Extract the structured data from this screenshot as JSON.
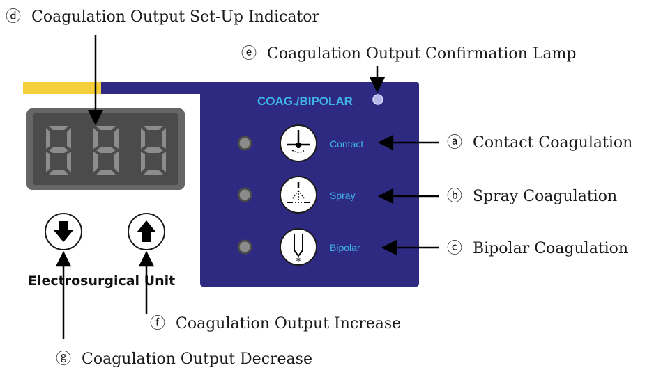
{
  "panel": {
    "header": "COAG./BIPOLAR",
    "unit_label": "Electrosurgical Unit",
    "modes": [
      {
        "label": "Contact",
        "icon": "contact-coagulation-icon"
      },
      {
        "label": "Spray",
        "icon": "spray-coagulation-icon"
      },
      {
        "label": "Bipolar",
        "icon": "bipolar-coagulation-icon"
      }
    ],
    "decrease_icon": "arrow-down-icon",
    "increase_icon": "arrow-up-icon"
  },
  "callouts": {
    "a": {
      "marker": "ⓐ",
      "text": "Contact Coagulation"
    },
    "b": {
      "marker": "ⓑ",
      "text": "Spray Coagulation"
    },
    "c": {
      "marker": "ⓒ",
      "text": "Bipolar Coagulation"
    },
    "d": {
      "marker": "ⓓ",
      "text": "Coagulation Output Set-Up Indicator"
    },
    "e": {
      "marker": "ⓔ",
      "text": "Coagulation Output Confirmation Lamp"
    },
    "f": {
      "marker": "ⓕ",
      "text": "Coagulation Output Increase"
    },
    "g": {
      "marker": "ⓖ",
      "text": "Coagulation Output Decrease"
    }
  },
  "colors": {
    "panel_blue": "#2e2a82",
    "accent_yellow": "#f5cf3b",
    "label_cyan": "#3fb4e6",
    "display_gray": "#666666"
  }
}
